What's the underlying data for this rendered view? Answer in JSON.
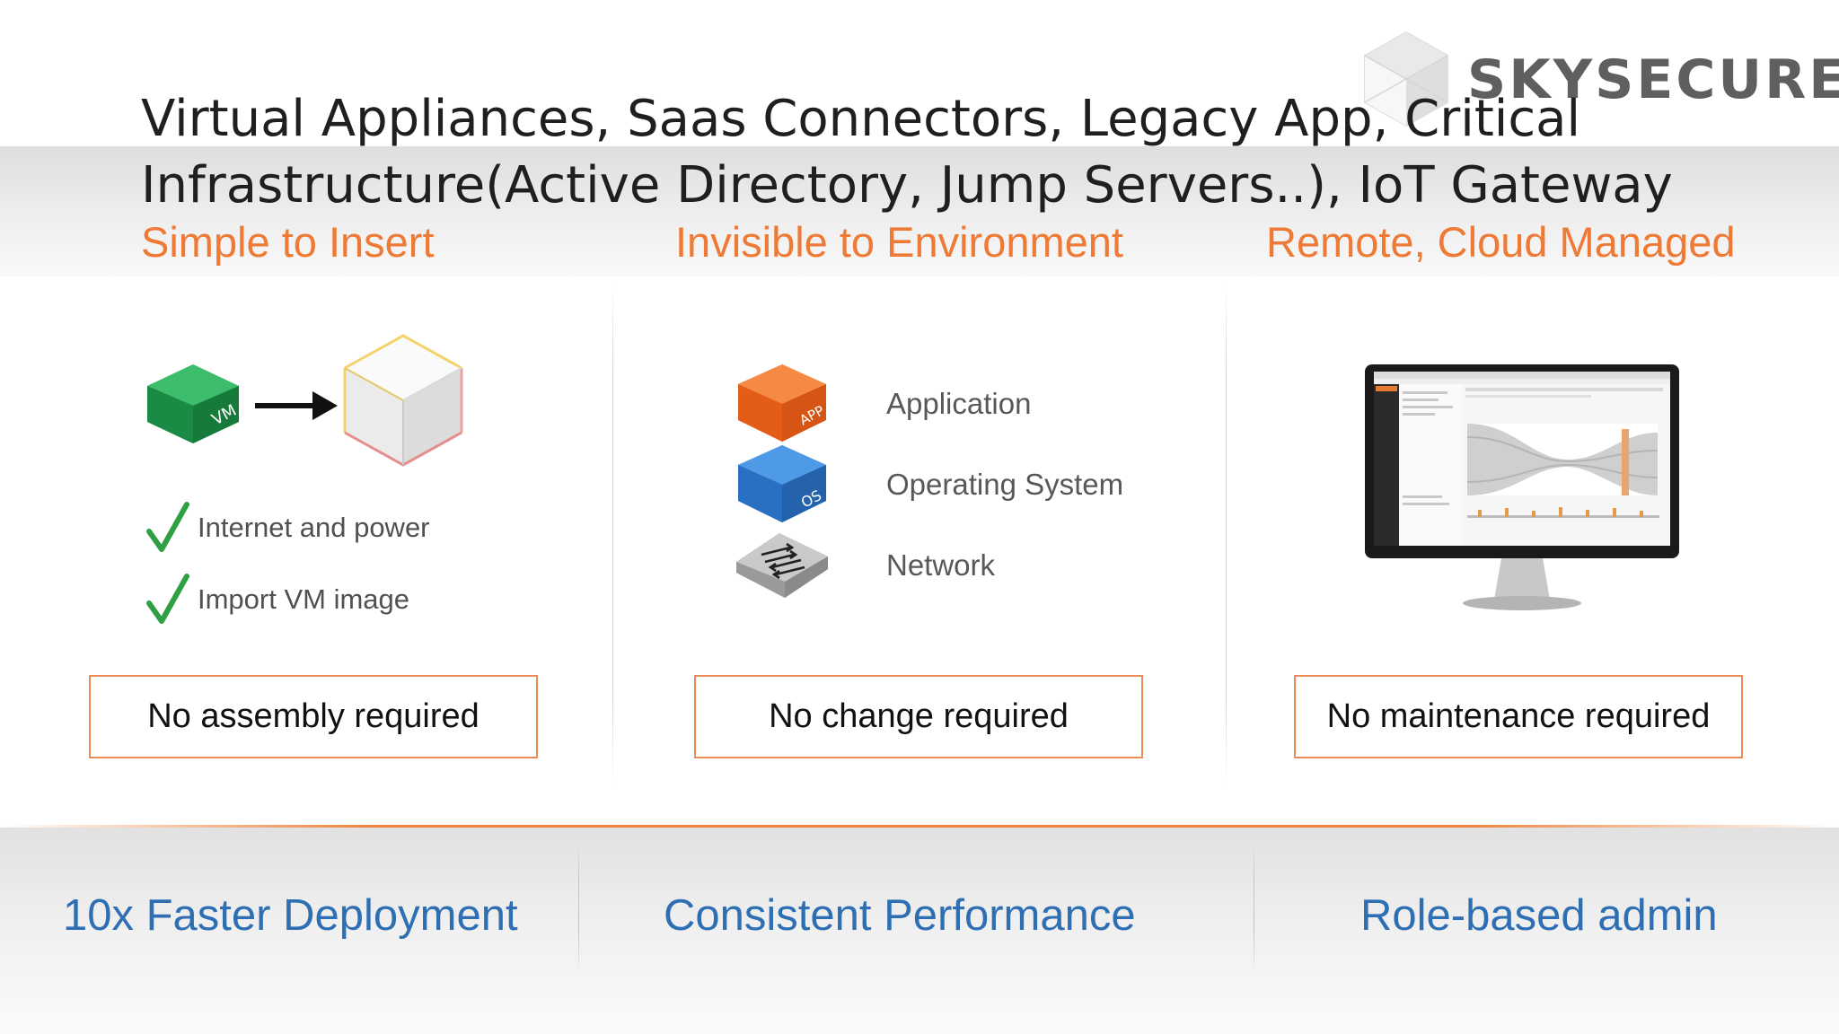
{
  "slide": {
    "title_line1": "Virtual Appliances, Saas Connectors, Legacy App, Critical",
    "title_line2": "Infrastructure(Active Directory, Jump Servers..), IoT Gateway"
  },
  "logo": {
    "text": "SKYSECURE",
    "icon": "cube-logo-icon"
  },
  "columns": [
    {
      "heading": "Simple to Insert",
      "icons": [
        "vm-cube-icon",
        "right-arrow-icon",
        "appliance-box-icon"
      ],
      "vm_cube_text": "VM",
      "checklist": [
        {
          "icon": "checkmark-icon",
          "label": "Internet and power"
        },
        {
          "icon": "checkmark-icon",
          "label": "Import VM image"
        }
      ],
      "requirement": "No assembly required"
    },
    {
      "heading": "Invisible to Environment",
      "stack": [
        {
          "icon": "app-cube-icon",
          "icon_text": "APP",
          "label": "Application"
        },
        {
          "icon": "os-cube-icon",
          "icon_text": "OS",
          "label": "Operating System"
        },
        {
          "icon": "network-switch-icon",
          "label": "Network"
        }
      ],
      "requirement": "No change required"
    },
    {
      "heading": "Remote, Cloud Managed",
      "icons": [
        "monitor-dashboard-icon"
      ],
      "requirement": "No maintenance required"
    }
  ],
  "benefits": [
    "10x Faster Deployment",
    "Consistent Performance",
    "Role-based admin"
  ],
  "colors": {
    "heading_orange": "#ee7a35",
    "benefit_blue": "#2e6fb4",
    "box_border": "#ec8b55",
    "vm_green": "#1e9a4f",
    "app_orange": "#f06a22",
    "os_blue": "#2f7fd6"
  }
}
